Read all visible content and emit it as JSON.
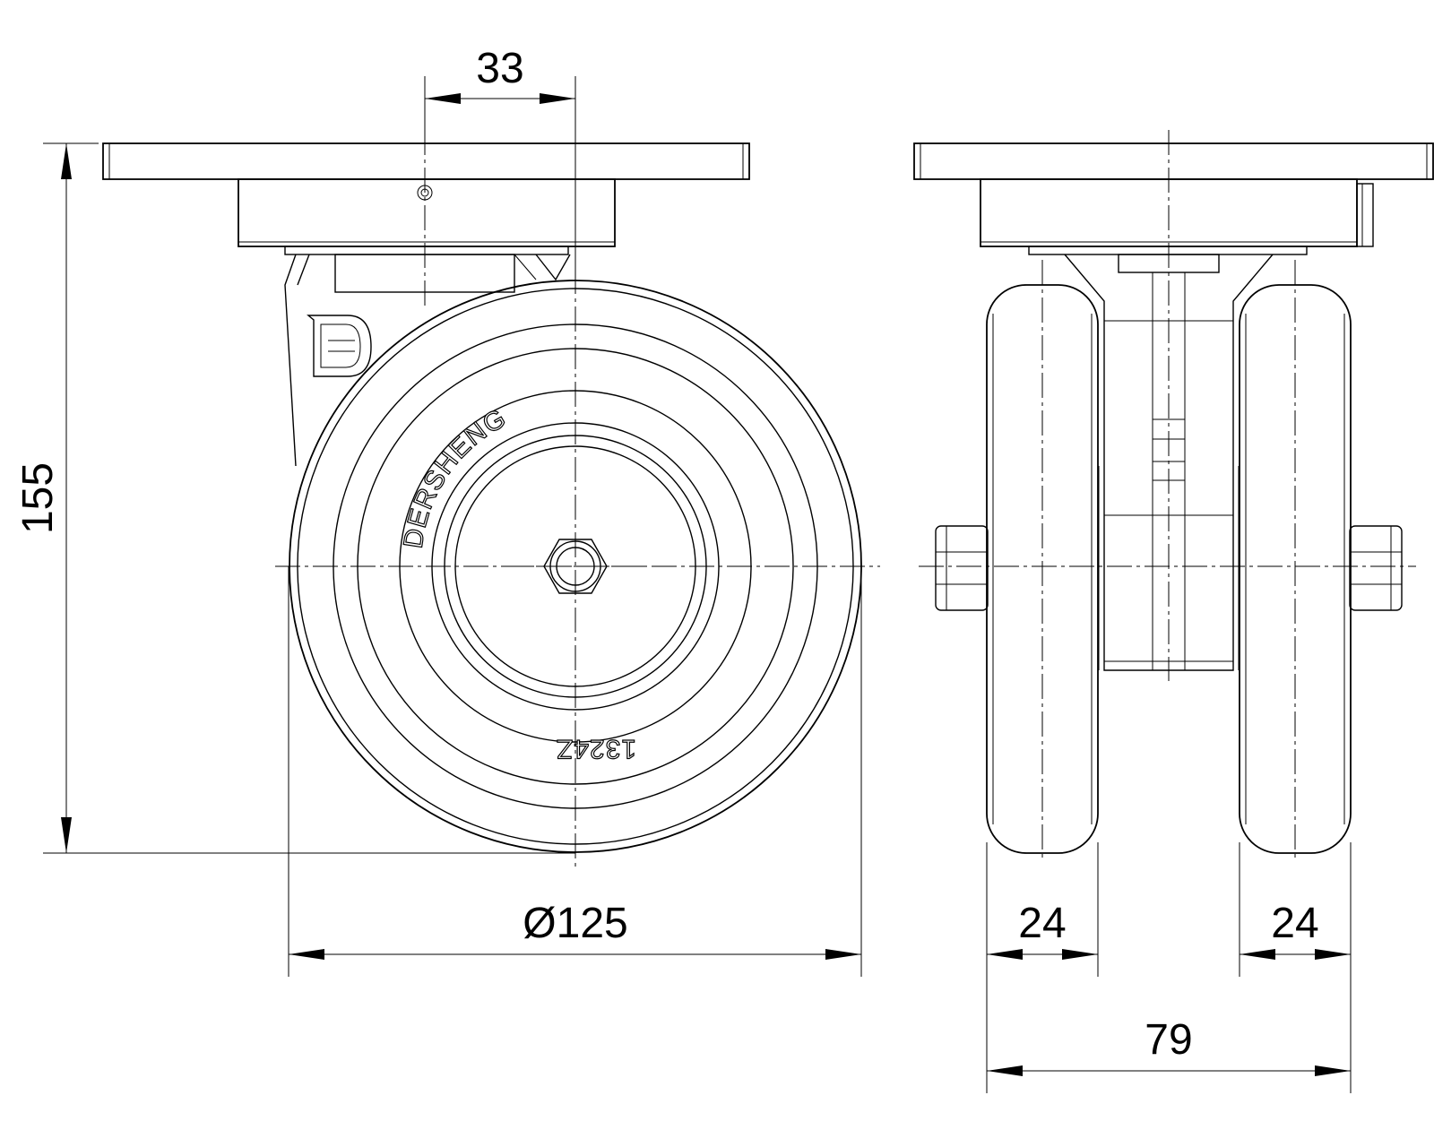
{
  "dimensions": {
    "offset": "33",
    "height": "155",
    "diameter": "Ø125",
    "wheel_width_left": "24",
    "wheel_width_right": "24",
    "total_width": "79"
  },
  "markings": {
    "brand": "DERSHENG",
    "part_number": "1324Z"
  },
  "colors": {
    "line": "#000000",
    "background": "#ffffff"
  }
}
